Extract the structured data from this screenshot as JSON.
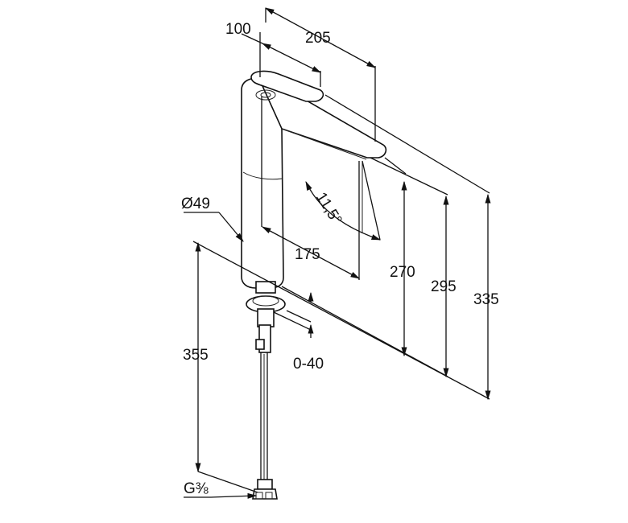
{
  "dimensions": {
    "d100": "100",
    "d205": "205",
    "d49": "Ø49",
    "d175": "175",
    "angle": "11,5°",
    "d270": "270",
    "d295": "295",
    "d335": "335",
    "d355": "355",
    "d040": "0-40",
    "thread": "G⅜"
  }
}
